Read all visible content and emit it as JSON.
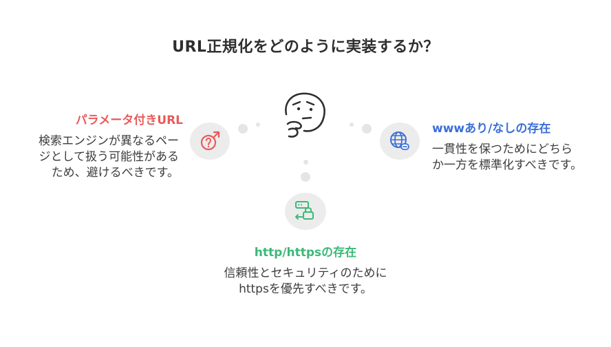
{
  "title": "URL正規化をどのように実装するか？",
  "left": {
    "heading": "パラメータ付きURL",
    "text": "検索エンジンが異なるページとして扱う可能性があるため、避けるべきです。",
    "icon": "gender-question-icon",
    "color": "#e85a5a"
  },
  "right": {
    "heading": "wwwあり/なしの存在",
    "text": "一貫性を保つためにどちらか一方を標準化すべきです。",
    "icon": "globe-link-icon",
    "color": "#3a6fd8"
  },
  "bottom": {
    "heading": "http/httpsの存在",
    "text": "信頼性とセキュリティのためにhttpsを優先すべきです。",
    "icon": "secure-server-icon",
    "color": "#3cb878"
  },
  "center_icon": "thinking-face-icon"
}
